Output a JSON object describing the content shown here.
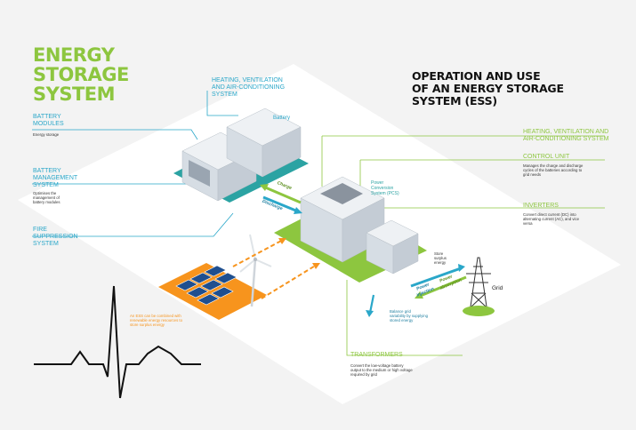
{
  "colors": {
    "green": "#8dc63f",
    "blue": "#2aa7c9",
    "orange": "#f7941d",
    "ground": "#ffffff",
    "background": "#f3f3f3",
    "teal": "#2ba3a3"
  },
  "title": {
    "line1": "ENERGY",
    "line2": "STORAGE",
    "line3": "SYSTEM"
  },
  "right_title": {
    "line1": "OPERATION AND USE",
    "line2": "OF AN ENERGY STORAGE",
    "line3": "SYSTEM (ESS)"
  },
  "labels": {
    "hvac_top": {
      "line1": "HEATING, VENTILATION",
      "line2": "AND AIR-CONDITIONING",
      "line3": "SYSTEM"
    },
    "battery": "Battery",
    "battery_modules": {
      "line1": "BATTERY",
      "line2": "MODULES",
      "desc": "Energy storage"
    },
    "bms": {
      "line1": "BATTERY",
      "line2": "MANAGEMENT",
      "line3": "SYSTEM",
      "desc1": "Optimises the",
      "desc2": "management of",
      "desc3": "battery modules"
    },
    "fire": {
      "line1": "FIRE",
      "line2": "SUPPRESSION",
      "line3": "SYSTEM"
    },
    "hvac_right": {
      "line1": "HEATING, VENTILATION AND",
      "line2": "AIR-CONDITIONING SYSTEM"
    },
    "control_unit": {
      "title": "CONTROL UNIT",
      "desc1": "Manages the charge and discharge",
      "desc2": "cycles of the batteries according to",
      "desc3": "grid needs"
    },
    "pcs": {
      "line1": "Power",
      "line2": "Conversion",
      "line3": "System (PCS)"
    },
    "inverters": {
      "title": "INVERTERS",
      "desc1": "Convert direct current (DC) into",
      "desc2": "alternating current (AC), and vice",
      "desc3": "versa"
    },
    "charge": "Charge",
    "discharge": "Discharge",
    "store": {
      "line1": "Store",
      "line2": "surplus",
      "line3": "energy"
    },
    "power_absorption": {
      "line1": "Power",
      "line2": "absorption"
    },
    "power_injection": {
      "line1": "Power",
      "line2": "injection"
    },
    "grid": "Grid",
    "balance": {
      "line1": "Balance grid",
      "line2": "variability by supplying",
      "line3": "stored energy"
    },
    "renewables": {
      "line1": "An ESS can be combined with",
      "line2": "renewable energy resources to",
      "line3": "store surplus energy"
    },
    "transformers": {
      "title": "TRANSFORMERS",
      "desc1": "Convert the low-voltage battery",
      "desc2": "output to the medium or high voltage",
      "desc3": "required by grid"
    }
  }
}
